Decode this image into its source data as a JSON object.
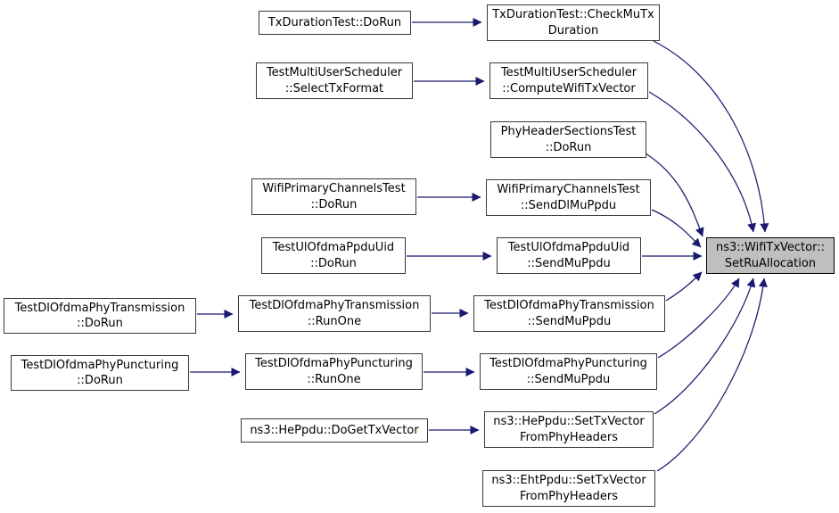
{
  "diagram": {
    "kind": "caller-graph",
    "target_function": "ns3::WifiTxVector::SetRuAllocation"
  },
  "colors": {
    "background": "#ffffff",
    "edge": "#191970",
    "node_fill": "#ffffff",
    "node_border": "#3a3a3a",
    "highlight_fill": "#bfbfbf",
    "text": "#000000"
  },
  "nodes": {
    "txDurationDoRun": {
      "label": "TxDurationTest::DoRun"
    },
    "selectTxFormat": {
      "label": "TestMultiUserScheduler\n::SelectTxFormat"
    },
    "wifiPrimaryDoRun": {
      "label": "WifiPrimaryChannelsTest\n::DoRun"
    },
    "ulOfdmaDoRun": {
      "label": "TestUlOfdmaPpduUid\n::DoRun"
    },
    "dlTransDoRun": {
      "label": "TestDlOfdmaPhyTransmission\n::DoRun"
    },
    "dlTransRunOne": {
      "label": "TestDlOfdmaPhyTransmission\n::RunOne"
    },
    "dlPuncDoRun": {
      "label": "TestDlOfdmaPhyPuncturing\n::DoRun"
    },
    "dlPuncRunOne": {
      "label": "TestDlOfdmaPhyPuncturing\n::RunOne"
    },
    "hePpduDoGetTxVector": {
      "label": "ns3::HePpdu::DoGetTxVector"
    },
    "checkMuTxDuration": {
      "label": "TxDurationTest::CheckMuTx\nDuration"
    },
    "computeWifiTxVector": {
      "label": "TestMultiUserScheduler\n::ComputeWifiTxVector"
    },
    "phyHeaderDoRun": {
      "label": "PhyHeaderSectionsTest\n::DoRun"
    },
    "sendDlMuPpdu": {
      "label": "WifiPrimaryChannelsTest\n::SendDlMuPpdu"
    },
    "ulOfdmaSendMuPpdu": {
      "label": "TestUlOfdmaPpduUid\n::SendMuPpdu"
    },
    "dlTransSendMuPpdu": {
      "label": "TestDlOfdmaPhyTransmission\n::SendMuPpdu"
    },
    "dlPuncSendMuPpdu": {
      "label": "TestDlOfdmaPhyPuncturing\n::SendMuPpdu"
    },
    "hePpduSetTxVector": {
      "label": "ns3::HePpdu::SetTxVector\nFromPhyHeaders"
    },
    "ehtPpduSetTxVector": {
      "label": "ns3::EhtPpdu::SetTxVector\nFromPhyHeaders"
    },
    "setRuAllocation": {
      "label": "ns3::WifiTxVector::\nSetRuAllocation"
    }
  }
}
